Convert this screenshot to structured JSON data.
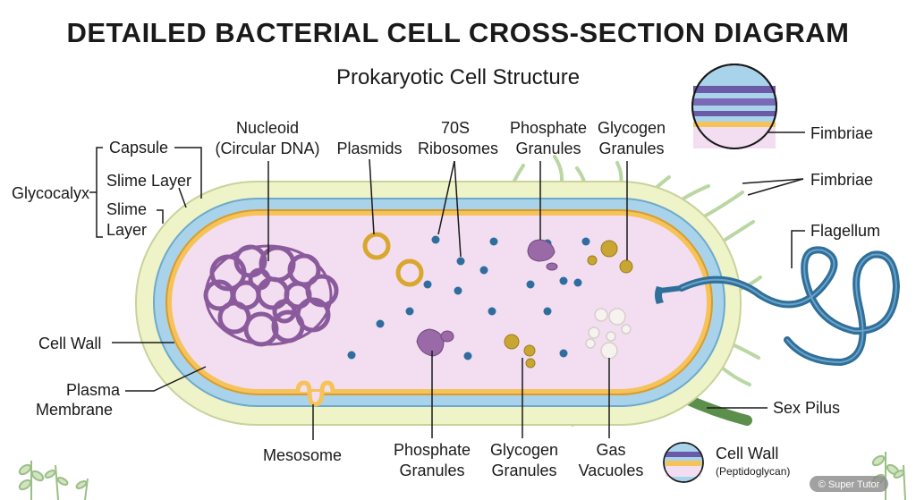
{
  "title": "DETAILED BACTERIAL CELL CROSS-SECTION DIAGRAM",
  "subtitle": "Prokaryotic Cell Structure",
  "labels": {
    "glycocalyx": "Glycocalyx",
    "capsule": "Capsule",
    "slime_layer_1": "Slime Layer",
    "slime_layer_2a": "Slime",
    "slime_layer_2b": "Layer",
    "cell_wall": "Cell Wall",
    "plasma_membrane_a": "Plasma",
    "plasma_membrane_b": "Membrane",
    "mesosome": "Mesosome",
    "nucleoid_a": "Nucleoid",
    "nucleoid_b": "(Circular DNA)",
    "plasmids": "Plasmids",
    "ribosomes_a": "70S",
    "ribosomes_b": "Ribosomes",
    "phosphate_top_a": "Phosphate",
    "phosphate_top_b": "Granules",
    "glycogen_top_a": "Glycogen",
    "glycogen_top_b": "Granules",
    "fimbriae_1": "Fimbriae",
    "fimbriae_2": "Fimbriae",
    "flagellum": "Flagellum",
    "sex_pilus": "Sex Pilus",
    "phosphate_bottom_a": "Phosphate",
    "phosphate_bottom_b": "Granules",
    "glycogen_bottom_a": "Glycogen",
    "glycogen_bottom_b": "Granules",
    "gas_vacuoles_a": "Gas",
    "gas_vacuoles_b": "Vacuoles",
    "legend_cell_wall": "Cell Wall",
    "legend_peptidoglycan": "(Peptidoglycan)"
  },
  "watermark": "© Super Tutor",
  "colors": {
    "capsule": "#eef3c8",
    "cell_wall": "#a9d3ea",
    "membrane": "#f5c35a",
    "cytoplasm": "#f2def0",
    "dna": "#8a5a9c",
    "ribosome": "#2e6d9e",
    "glycogen": "#c9a632",
    "phosphate": "#9a6aa8",
    "flagellum": "#2f6f9a",
    "sex_pilus": "#5d8f4c",
    "fimbriae": "#b9d7a3"
  }
}
